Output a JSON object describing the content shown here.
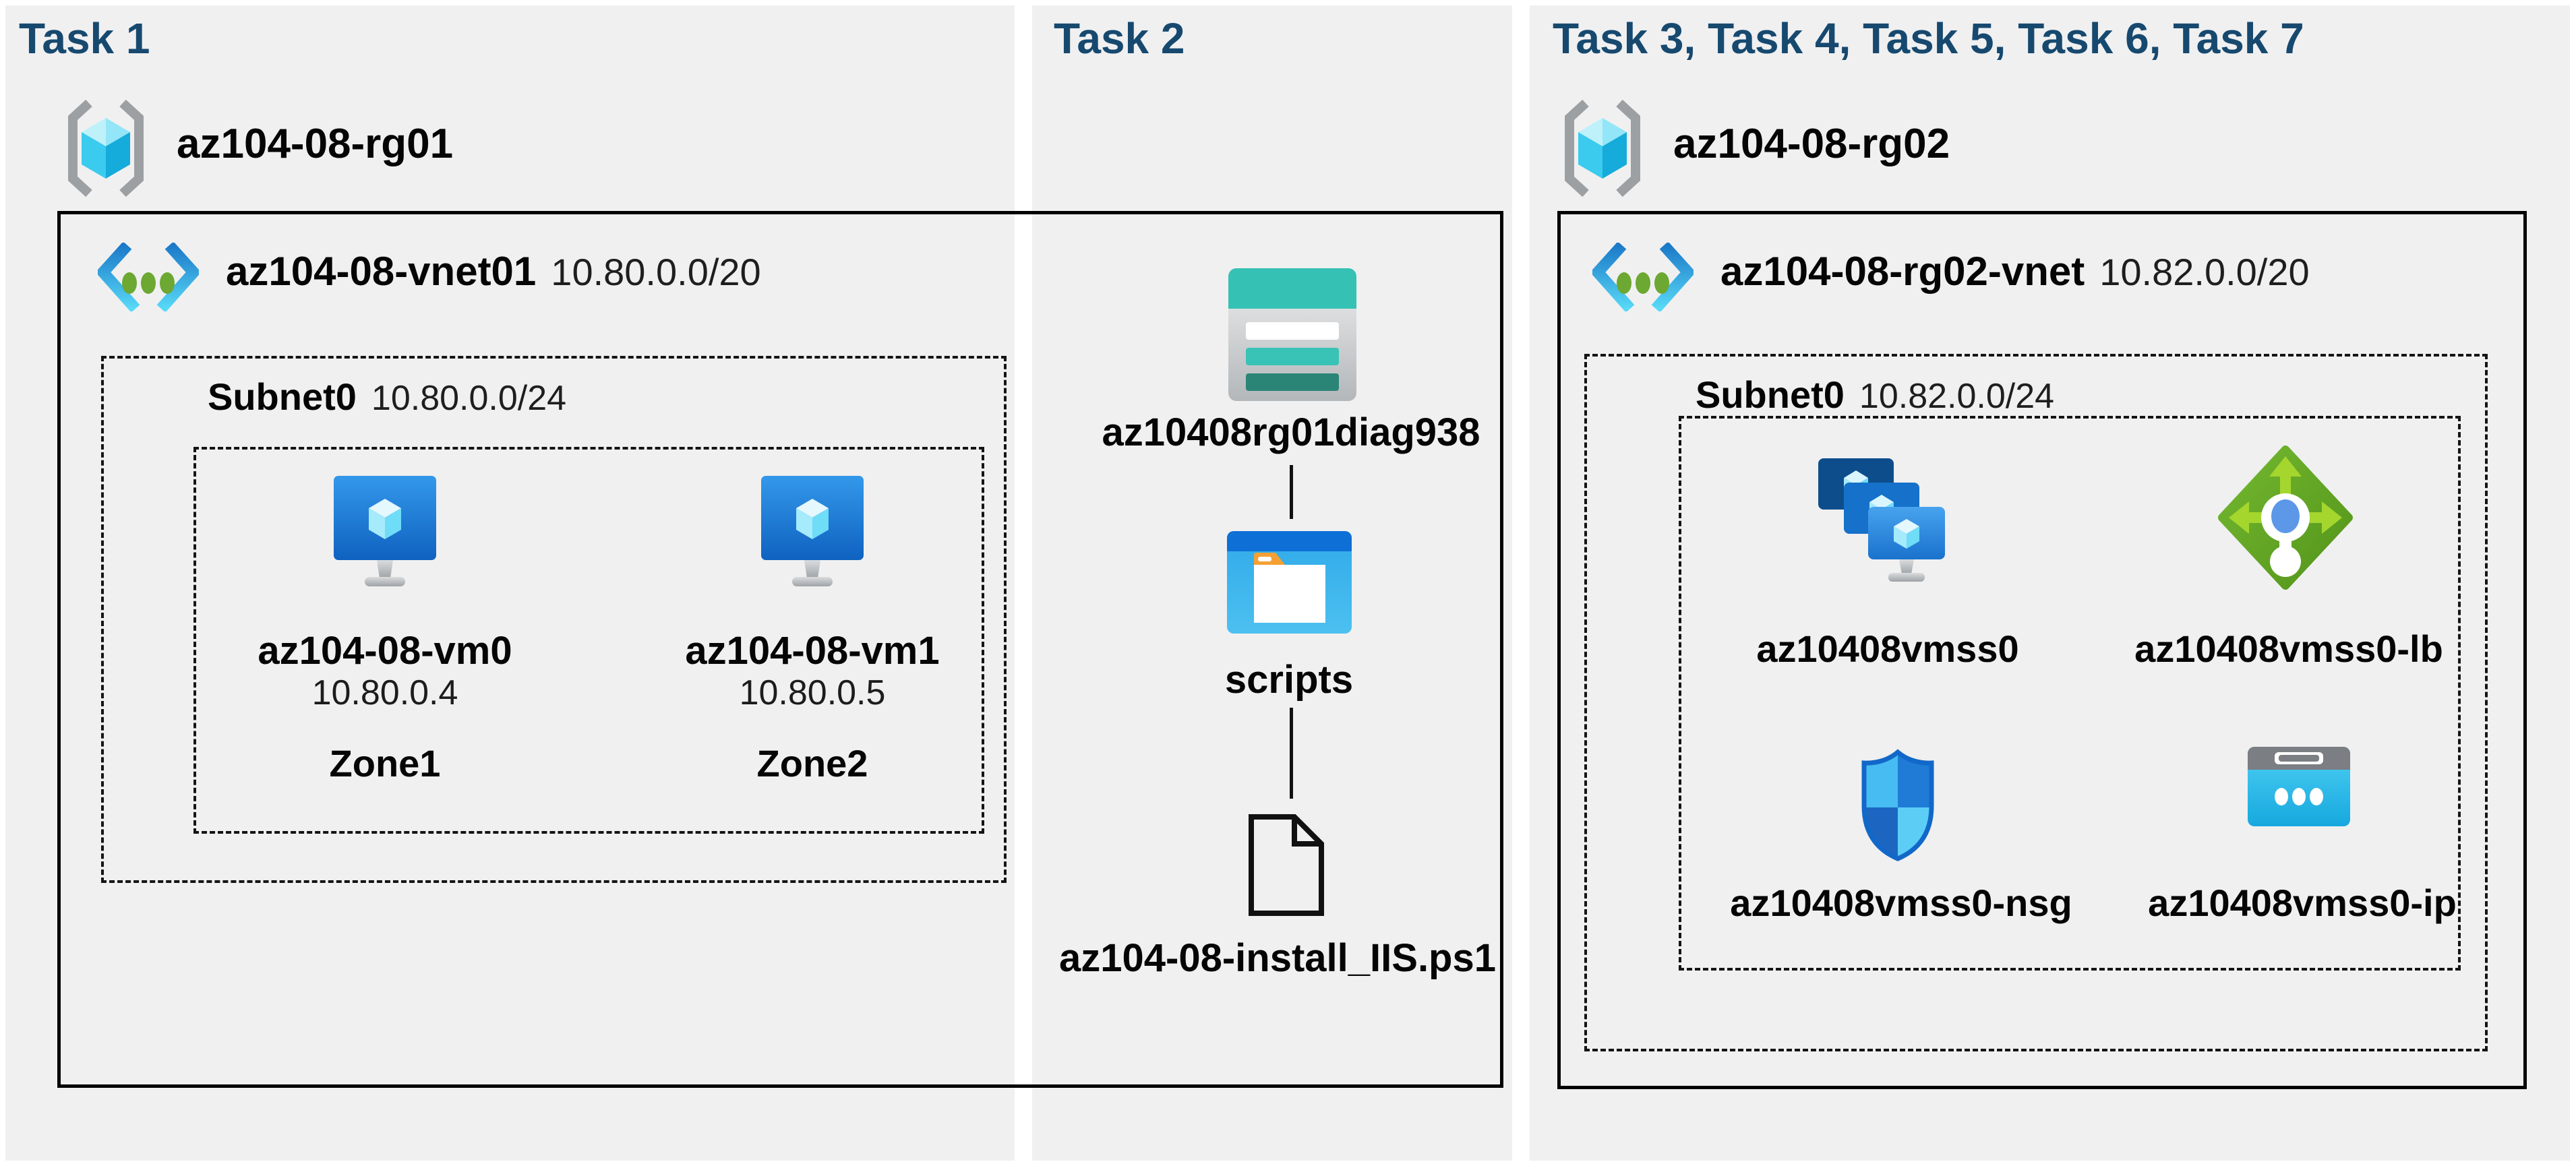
{
  "colors": {
    "title_navy": "#17496F",
    "panel_gray": "#F0F0F1",
    "storage_teal": "#35C2B4",
    "lb_green": "#68AE28",
    "azure_blue": "#1C77D0",
    "line_black": "#111111"
  },
  "icons": {
    "resource_group": "resource-group-icon",
    "virtual_network": "vnet-icon",
    "virtual_machine": "vm-monitor-icon",
    "storage_account": "storage-account-icon",
    "blob_container": "folder-window-icon",
    "script_file": "document-icon",
    "vm_scale_set": "vmss-icon",
    "load_balancer": "load-balancer-icon",
    "network_security_group": "nsg-shield-icon",
    "public_ip": "public-ip-icon"
  },
  "tasks": {
    "task1": {
      "title": "Task 1",
      "resource_group": "az104-08-rg01",
      "vnet": {
        "name": "az104-08-vnet01",
        "cidr": "10.80.0.0/20"
      },
      "subnet": {
        "name": "Subnet0",
        "cidr": "10.80.0.0/24"
      },
      "vms": [
        {
          "name": "az104-08-vm0",
          "ip": "10.80.0.4",
          "zone": "Zone1"
        },
        {
          "name": "az104-08-vm1",
          "ip": "10.80.0.5",
          "zone": "Zone2"
        }
      ]
    },
    "task2": {
      "title": "Task 2",
      "storage_account": "az10408rg01diag938",
      "container": "scripts",
      "file": "az104-08-install_IIS.ps1"
    },
    "task3": {
      "title": "Task 3, Task 4, Task 5, Task 6, Task 7",
      "resource_group": "az104-08-rg02",
      "vnet": {
        "name": "az104-08-rg02-vnet",
        "cidr": "10.82.0.0/20"
      },
      "subnet": {
        "name": "Subnet0",
        "cidr": "10.82.0.0/24"
      },
      "vmss": "az10408vmss0",
      "load_balancer": "az10408vmss0-lb",
      "nsg": "az10408vmss0-nsg",
      "public_ip": "az10408vmss0-ip"
    }
  }
}
